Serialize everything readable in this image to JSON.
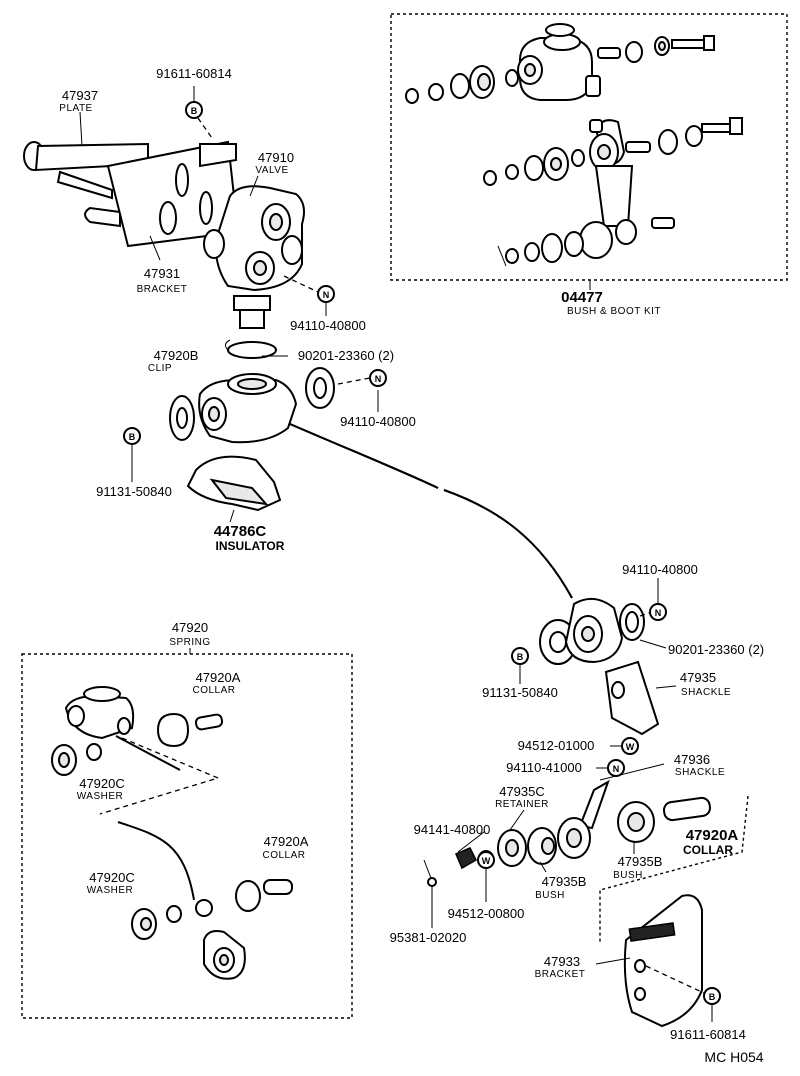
{
  "parts": [
    {
      "id": "p47937",
      "number": "47937",
      "name": "PLATE"
    },
    {
      "id": "p91611a",
      "number": "91611-60814",
      "code": "B"
    },
    {
      "id": "p47910",
      "number": "47910",
      "name": "VALVE"
    },
    {
      "id": "p47931",
      "number": "47931",
      "name": "BRACKET"
    },
    {
      "id": "p94110a",
      "number": "94110-40800",
      "code": "N"
    },
    {
      "id": "p47920B",
      "number": "47920B",
      "name": "CLIP"
    },
    {
      "id": "p90201a",
      "number": "90201-23360 (2)"
    },
    {
      "id": "p94110b",
      "number": "94110-40800",
      "code": "N"
    },
    {
      "id": "p91131a",
      "number": "91131-50840",
      "code": "B"
    },
    {
      "id": "p44786C",
      "number": "44786C",
      "name": "INSULATOR"
    },
    {
      "id": "p04477",
      "number": "04477",
      "name": "BUSH & BOOT KIT"
    },
    {
      "id": "p94110c",
      "number": "94110-40800",
      "code": "N"
    },
    {
      "id": "p90201b",
      "number": "90201-23360 (2)"
    },
    {
      "id": "p91131b",
      "number": "91131-50840",
      "code": "B"
    },
    {
      "id": "p47935",
      "number": "47935",
      "name": "SHACKLE"
    },
    {
      "id": "p94512a",
      "number": "94512-01000",
      "code": "W"
    },
    {
      "id": "p94110d",
      "number": "94110-41000",
      "code": "N"
    },
    {
      "id": "p47936",
      "number": "47936",
      "name": "SHACKLE"
    },
    {
      "id": "p47920",
      "number": "47920",
      "name": "SPRING"
    },
    {
      "id": "p47920A1",
      "number": "47920A",
      "name": "COLLAR"
    },
    {
      "id": "p47920C1",
      "number": "47920C",
      "name": "WASHER"
    },
    {
      "id": "p47920A2",
      "number": "47920A",
      "name": "COLLAR"
    },
    {
      "id": "p47920C2",
      "number": "47920C",
      "name": "WASHER"
    },
    {
      "id": "p47935C",
      "number": "47935C",
      "name": "RETAINER"
    },
    {
      "id": "p94141",
      "number": "94141-40800"
    },
    {
      "id": "p47935B1",
      "number": "47935B",
      "name": "BUSH"
    },
    {
      "id": "p47935B2",
      "number": "47935B",
      "name": "BUSH"
    },
    {
      "id": "p47920A3",
      "number": "47920A",
      "name": "COLLAR"
    },
    {
      "id": "p94512b",
      "number": "94512-00800",
      "code": "W"
    },
    {
      "id": "p95381",
      "number": "95381-02020"
    },
    {
      "id": "p47933",
      "number": "47933",
      "name": "BRACKET"
    },
    {
      "id": "p91611b",
      "number": "91611-60814",
      "code": "B"
    }
  ],
  "footer": {
    "code": "MC  H054"
  }
}
